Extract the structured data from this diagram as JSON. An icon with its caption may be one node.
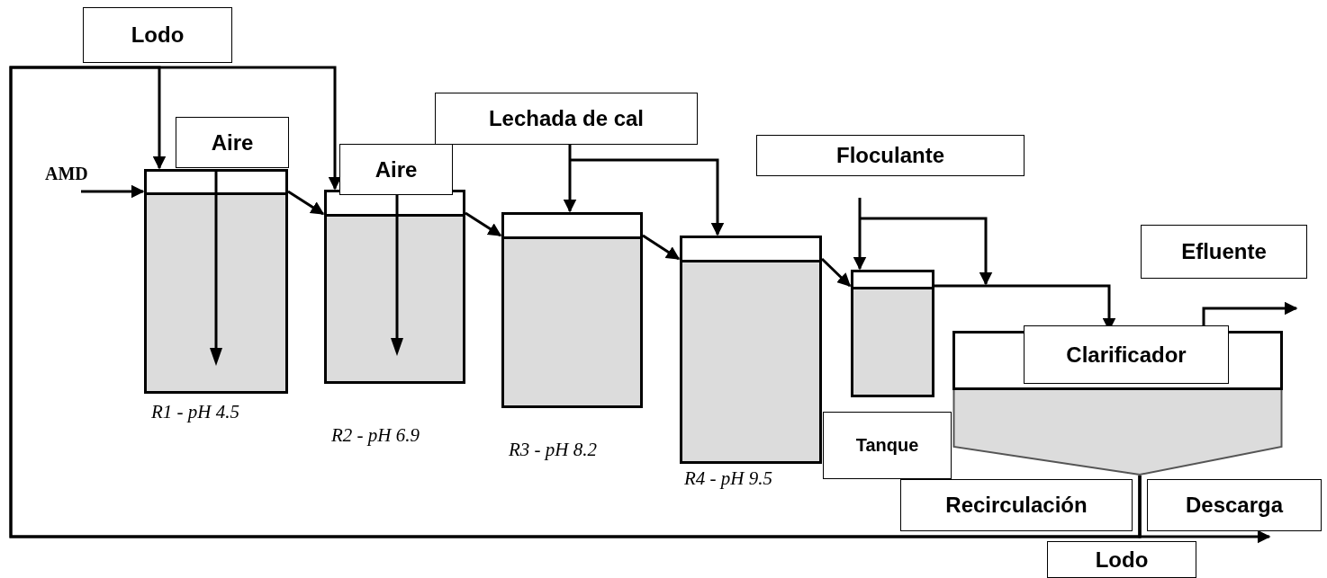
{
  "diagram": {
    "nodes": [
      {
        "text": [
          "Lodo"
        ]
      },
      {
        "text": [
          "Lechada de cal"
        ]
      },
      {
        "text": [
          "Aire"
        ]
      },
      {
        "text": [
          "Floculante"
        ]
      },
      {
        "text": [
          "Aire"
        ]
      },
      {
        "text": [
          "AMD"
        ]
      },
      {
        "text": [],
        "shape": "box",
        "beside": [
          "R1 - pH 4.5"
        ]
      },
      {
        "text": [],
        "shape": "box",
        "beside": [
          "R2 - pH 6.9"
        ]
      },
      {
        "text": [],
        "shape": "box",
        "beside": [
          "R3 - pH 8.2"
        ]
      },
      {
        "text": [],
        "shape": "box",
        "beside": [
          "R4 - pH 9.5"
        ]
      },
      {
        "text": [],
        "shape": "box"
      },
      {
        "text": [
          "Efluente"
        ]
      },
      {
        "text": [
          "Clarificador"
        ]
      },
      {
        "text": [],
        "shape": "hopper"
      },
      {
        "text": [
          "Tanque"
        ]
      },
      {
        "text": [
          "Recirculación"
        ]
      },
      {
        "text": [
          "Descarga"
        ]
      },
      {
        "text": [
          "Lodo"
        ]
      }
    ],
    "edges": [
      {
        "from": 5,
        "to": 6,
        "arrow": "to"
      },
      {
        "from": 6,
        "to": 7,
        "arrow": "to"
      },
      {
        "from": 7,
        "to": 8,
        "arrow": "to"
      },
      {
        "from": 8,
        "to": 9,
        "arrow": "to"
      },
      {
        "from": 9,
        "to": 10,
        "arrow": "to"
      },
      {
        "from": 1,
        "to": 8,
        "arrow": "to"
      },
      {
        "from": 1,
        "to": 9,
        "arrow": "to"
      },
      {
        "from": 3,
        "to": 10,
        "arrow": "to"
      },
      {
        "from": 3,
        "to": null,
        "arrow": "to"
      },
      {
        "from": 10,
        "to": 13,
        "arrow": "to"
      },
      {
        "from": 13,
        "to": null,
        "arrow": "to"
      },
      {
        "from": 13,
        "to": 6,
        "arrow": "to"
      },
      {
        "from": 13,
        "to": 7,
        "arrow": "to"
      },
      {
        "from": 13,
        "to": 16,
        "arrow": "to"
      }
    ]
  }
}
